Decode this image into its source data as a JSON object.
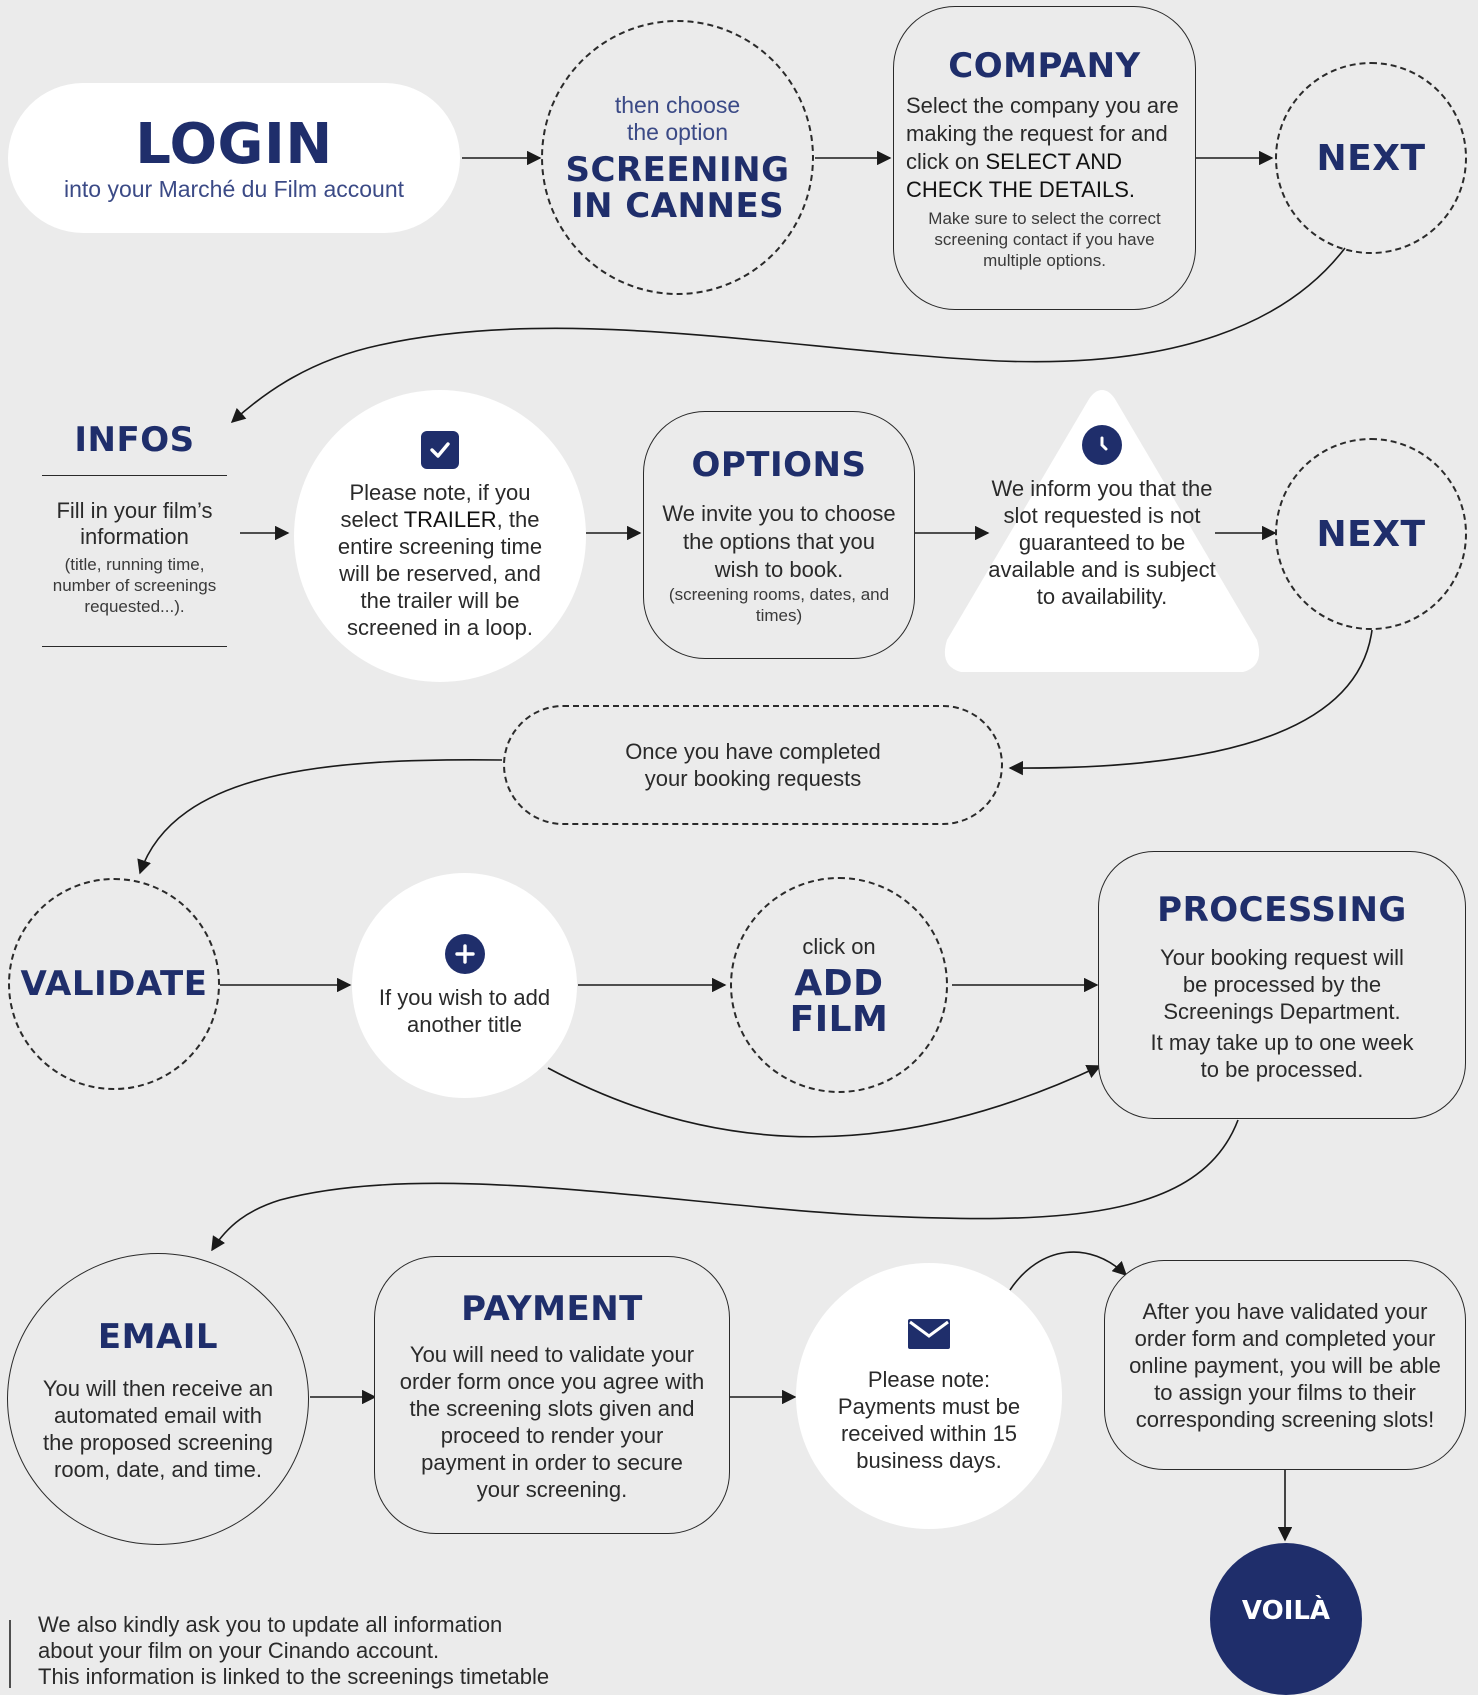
{
  "login": {
    "title": "LOGIN",
    "subtitle": "into your Marché du Film account"
  },
  "screening": {
    "pre": "then choose the option",
    "title_line1": "SCREENING",
    "title_line2": "IN CANNES"
  },
  "company": {
    "title": "COMPANY",
    "text_before": "Select the company you are making the request for and click on ",
    "text_highlight": "SELECT AND CHECK THE DETAILS.",
    "note": "Make sure to select the correct screening contact if you have multiple options."
  },
  "next1": {
    "label": "NEXT"
  },
  "infos": {
    "title": "INFOS",
    "text": "Fill in your film’s information",
    "note": "(title, running time, number of screenings requested...)."
  },
  "trailer_note": {
    "before": "Please note, if you select ",
    "highlight": "TRAILER",
    "after": ", the entire screening time will be reserved, and the trailer will be screened in a loop."
  },
  "options": {
    "title": "OPTIONS",
    "text": "We invite you to choose the options that you wish to book.",
    "note": "(screening rooms, dates, and times)"
  },
  "availability": {
    "text": "We inform you that the slot requested is not guaranteed to be available and is subject to availability."
  },
  "next2": {
    "label": "NEXT"
  },
  "completed": {
    "text": "Once you have completed your booking requests"
  },
  "validate": {
    "label": "VALIDATE"
  },
  "add_title": {
    "text": "If you wish to add another title"
  },
  "add_film": {
    "pre": "click on",
    "title_line1": "ADD",
    "title_line2": "FILM"
  },
  "processing": {
    "title": "PROCESSING",
    "text": "Your booking request will be processed by the Screenings Department.",
    "text2": "It may take up to one week to be processed."
  },
  "email": {
    "title": "EMAIL",
    "text": "You will then receive an automated email with the proposed screening room, date, and time."
  },
  "payment": {
    "title": "PAYMENT",
    "text": "You will need to validate your order form once you agree with the screening slots given and proceed to render your payment in order to secure your screening."
  },
  "payment_note": {
    "text": "Please note: Payments must be received within 15 business days."
  },
  "assign": {
    "text": "After you have validated your order form and completed your online payment, you will be able to assign your films to their corresponding screening slots!"
  },
  "voila": {
    "label": "VOILÀ"
  },
  "footer": {
    "line1": "We also kindly ask you to update all information",
    "line2": "about your film on your Cinando account.",
    "line3": "This information is linked to the screenings timetable"
  },
  "colors": {
    "navy": "#1f2e6b",
    "background": "#ebebeb",
    "white": "#ffffff",
    "line": "#2a2a2a"
  },
  "icons": [
    "checkbox-icon",
    "clock-icon",
    "plus-icon",
    "envelope-icon"
  ]
}
